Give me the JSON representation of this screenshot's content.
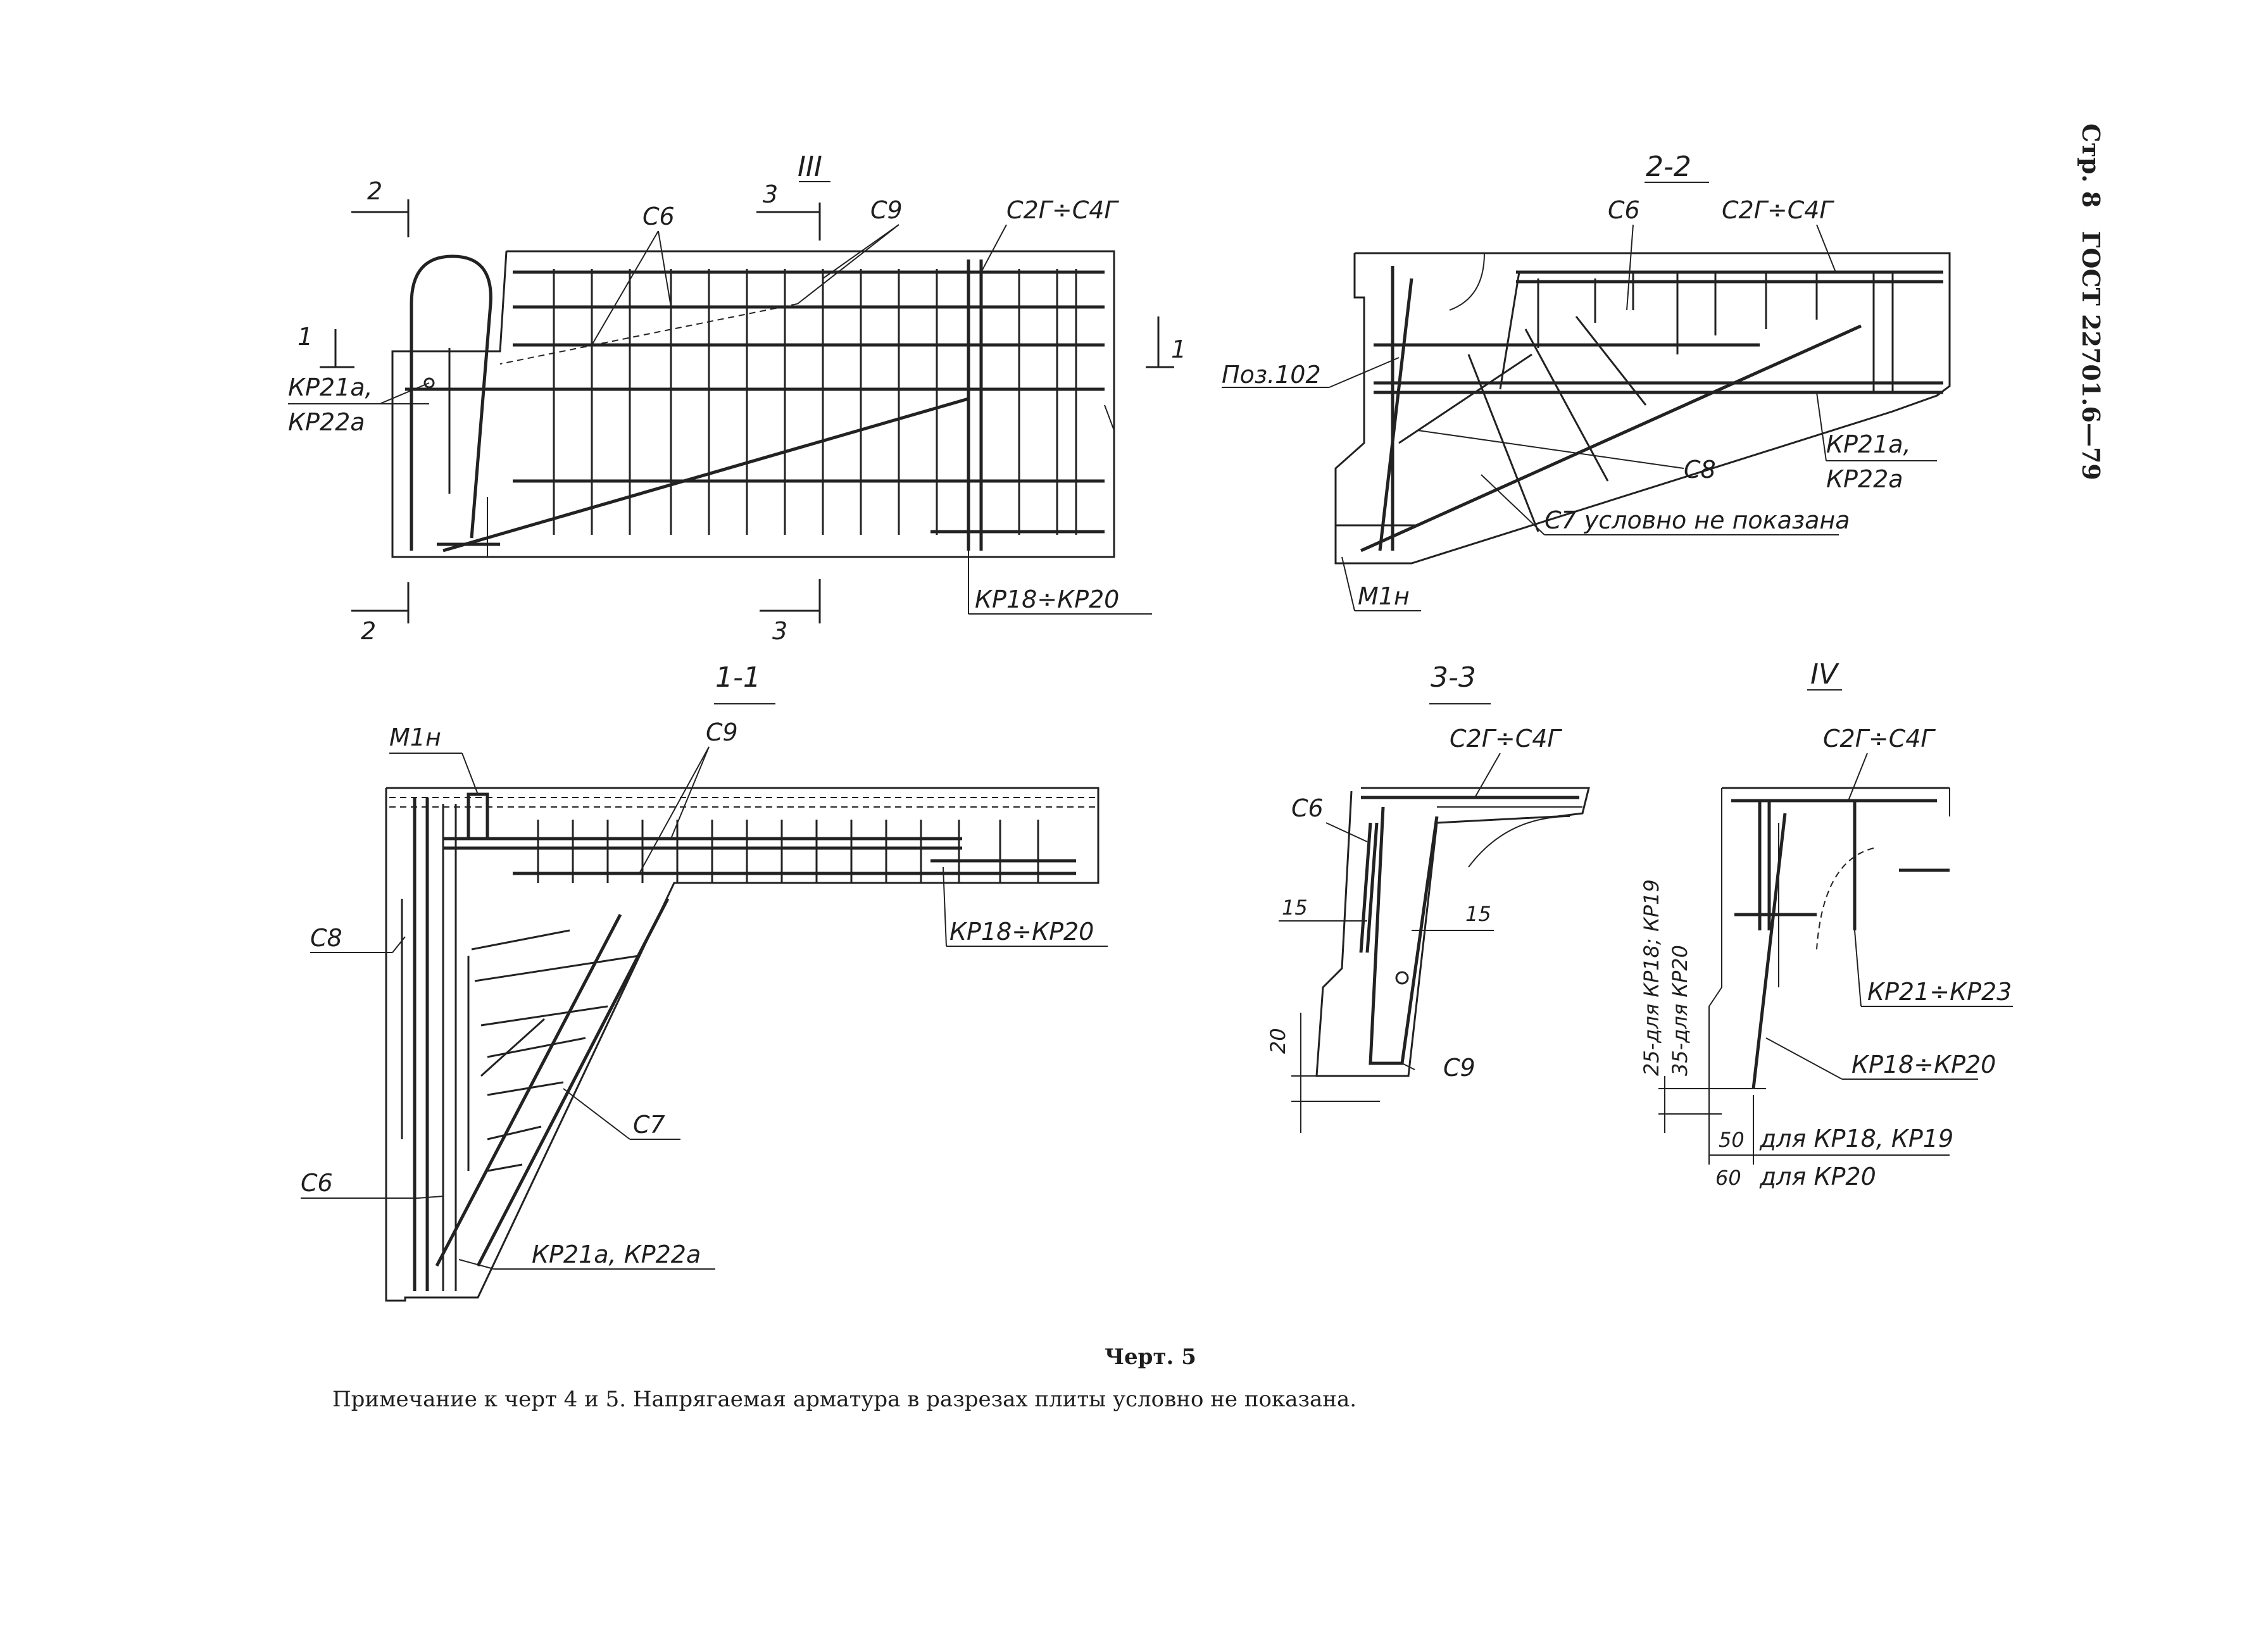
{
  "side_header": {
    "page": "Стр. 8",
    "standard": "ГОСТ 22701.6—79"
  },
  "views": {
    "plan": {
      "title": "III",
      "labels": {
        "c6": "C6",
        "c9": "C9",
        "c2g_c4g": "C2Г÷C4Г",
        "kr21_line1": "КР21а,",
        "kr21_line2": "КР22а",
        "kr18_kr20": "КР18÷КР20"
      },
      "cuts": {
        "cut1_left": "1",
        "cut1_right": "1",
        "cut2_top": "2",
        "cut2_bottom": "2",
        "cut3_top": "3",
        "cut3_bottom": "3"
      }
    },
    "section_2_2": {
      "title": "2-2",
      "labels": {
        "c6": "C6",
        "c2g_c4g": "C2Г÷C4Г",
        "pos102": "Поз.102",
        "kr21_line1": "КР21а,",
        "kr21_line2": "КР22а",
        "c8": "C8",
        "c7_note": "C7 условно не показана",
        "m1n": "М1н"
      }
    },
    "section_1_1": {
      "title": "1-1",
      "labels": {
        "m1n": "М1н",
        "c9": "C9",
        "c8": "C8",
        "kr18_kr20": "КР18÷КР20",
        "c7": "C7",
        "c6": "C6",
        "kr21_kr22": "КР21а, КР22а"
      }
    },
    "section_3_3": {
      "title": "3-3",
      "labels": {
        "c2g_c4g": "C2Г÷C4Г",
        "c6": "C6",
        "c9": "C9"
      },
      "dims": {
        "d15_left": "15",
        "d15_right": "15",
        "d20": "20"
      }
    },
    "detail_iv": {
      "title": "IV",
      "labels": {
        "c2g_c4g": "C2Г÷C4Г",
        "kr21_kr23": "КР21÷КР23",
        "kr18_kr20": "КР18÷КР20"
      },
      "dims": {
        "v_upper": "25-для КР18; КР19",
        "v_lower": "35-для КР20",
        "h50": "50",
        "h50_note": "для КР18, КР19",
        "h60": "60",
        "h60_note": "для КР20"
      }
    }
  },
  "caption": "Черт. 5",
  "note": "Примечание к черт 4 и 5. Напрягаемая арматура в разрезах плиты условно не показана."
}
